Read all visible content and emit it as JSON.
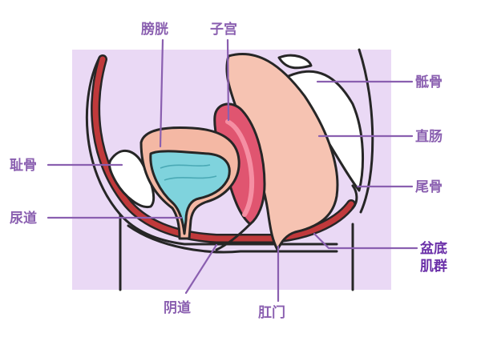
{
  "labels": {
    "bladder": "膀胱",
    "uterus": "子宫",
    "sacrum": "骶骨",
    "pubis": "耻骨",
    "rectum": "直肠",
    "urethra": "尿道",
    "coccyx": "尾骨",
    "pelvic_floor_line1": "盆底",
    "pelvic_floor_line2": "肌群",
    "vagina": "阴道",
    "anus": "肛门"
  },
  "colors": {
    "background_panel": "#ead9f5",
    "outline": "#262626",
    "muscle_red": "#c0393b",
    "bone": "#ffffff",
    "bladder_wall": "#f4b8a4",
    "urine": "#7fd3dd",
    "uterus": "#e05570",
    "uterus_inner": "#f58fa3",
    "rectum": "#f6c3b2",
    "skin": "#f3cfc0",
    "label": "#8a5fb0",
    "label_emphasis": "#6a2fa8"
  }
}
